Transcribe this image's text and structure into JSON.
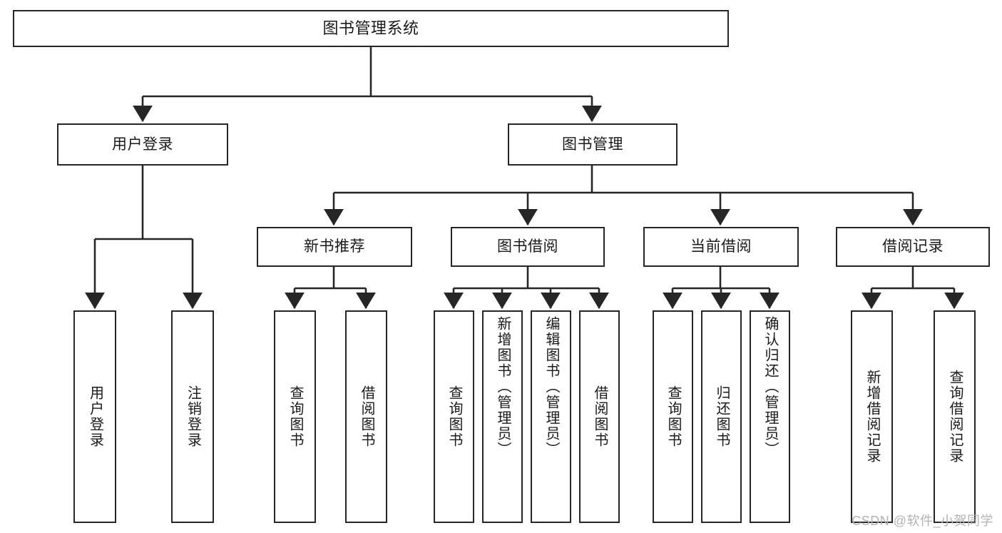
{
  "diagram": {
    "title": "图书管理系统",
    "type": "tree-hierarchy",
    "watermark": "CSDN @软件_小贺同学",
    "colors": {
      "box_border": "#262626",
      "box_fill": "#ffffff",
      "edge": "#262626",
      "text": "#1a1a1a",
      "watermark": "#b3b3b3",
      "background": "#ffffff"
    },
    "levels": {
      "root": {
        "label": "图书管理系统"
      },
      "level2": [
        {
          "label": "用户登录"
        },
        {
          "label": "图书管理"
        }
      ],
      "level3": [
        {
          "label": "新书推荐"
        },
        {
          "label": "图书借阅"
        },
        {
          "label": "当前借阅"
        },
        {
          "label": "借阅记录"
        }
      ],
      "leaves": [
        {
          "label": "用户登录",
          "parent": "用户登录"
        },
        {
          "label": "注销登录",
          "parent": "用户登录"
        },
        {
          "label": "查询图书",
          "parent": "新书推荐"
        },
        {
          "label": "借阅图书",
          "parent": "新书推荐"
        },
        {
          "label": "查询图书",
          "parent": "图书借阅"
        },
        {
          "label": "新增图书（管理员）",
          "parent": "图书借阅"
        },
        {
          "label": "编辑图书（管理员）",
          "parent": "图书借阅"
        },
        {
          "label": "借阅图书",
          "parent": "图书借阅"
        },
        {
          "label": "查询图书",
          "parent": "当前借阅"
        },
        {
          "label": "归还图书",
          "parent": "当前借阅"
        },
        {
          "label": "确认归还（管理员）",
          "parent": "当前借阅"
        },
        {
          "label": "新增借阅记录",
          "parent": "借阅记录"
        },
        {
          "label": "查询借阅记录",
          "parent": "借阅记录"
        }
      ]
    }
  }
}
